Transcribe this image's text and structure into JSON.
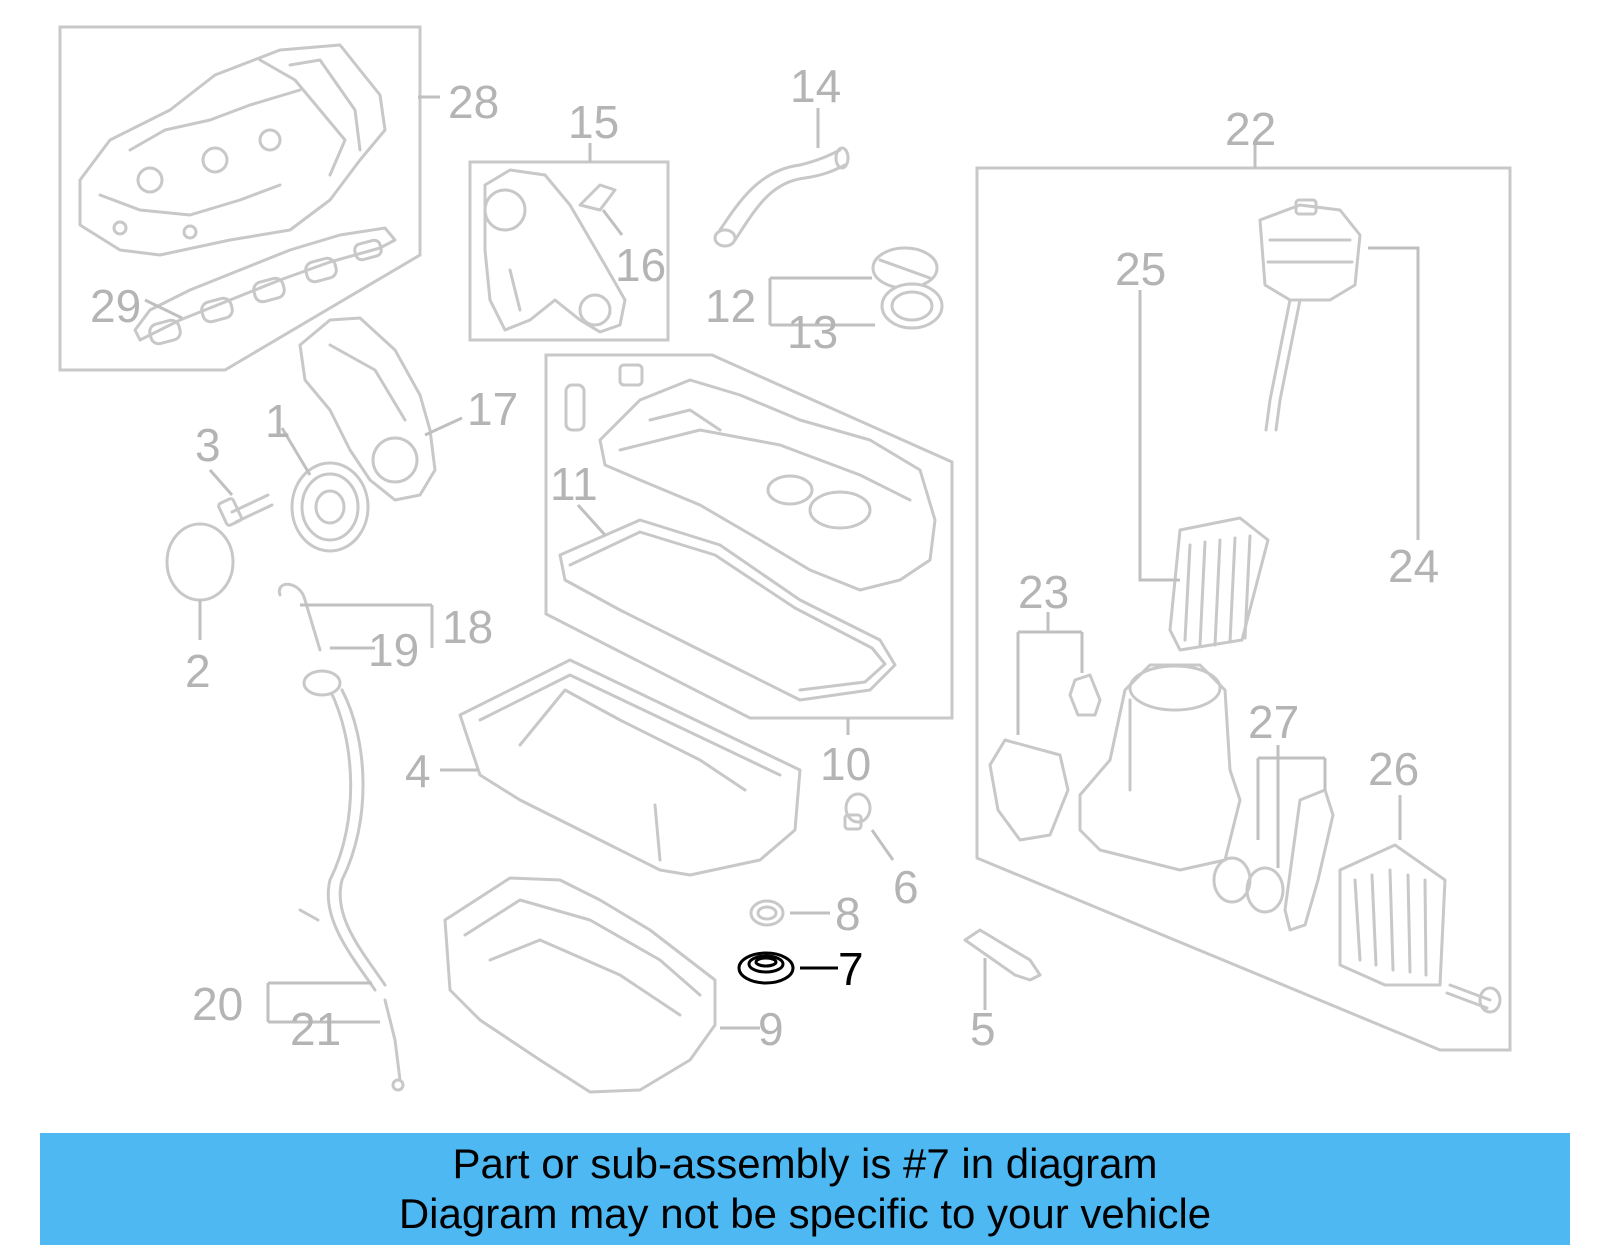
{
  "diagram": {
    "callouts": [
      "1",
      "2",
      "3",
      "4",
      "5",
      "6",
      "7",
      "8",
      "9",
      "10",
      "11",
      "12",
      "13",
      "14",
      "15",
      "16",
      "17",
      "18",
      "19",
      "20",
      "21",
      "22",
      "23",
      "24",
      "25",
      "26",
      "27",
      "28",
      "29"
    ],
    "highlighted_callout": "7"
  },
  "colors": {
    "banner_bg": "#4db8f2",
    "part_line": "#c8c8c8",
    "callout_text": "#b4b4b4",
    "highlight": "#000000"
  },
  "banner": {
    "line1": "Part or sub-assembly is #7 in diagram",
    "line2": "Diagram may not be specific to your vehicle"
  }
}
